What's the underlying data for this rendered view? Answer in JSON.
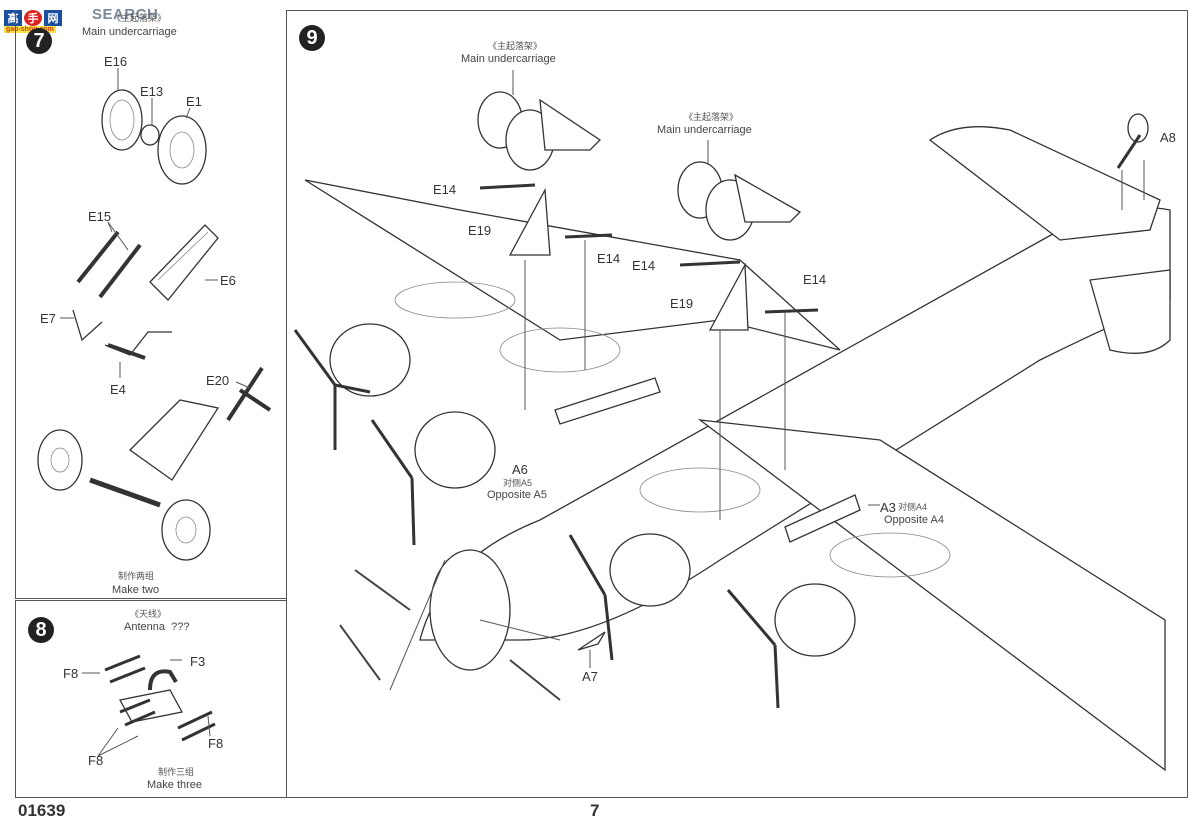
{
  "watermark": {
    "logo_text": [
      "高",
      "手",
      "网"
    ],
    "brand": "SEARCH",
    "url": "gao-shou.com"
  },
  "step7": {
    "number": "7",
    "title_cn": "《主起落架》",
    "title_en": "Main undercarriage",
    "parts": [
      "E16",
      "E13",
      "E1",
      "E15",
      "E6",
      "E7",
      "E4",
      "E20"
    ],
    "note_cn": "制作两组",
    "note_en": "Make two"
  },
  "step8": {
    "number": "8",
    "title_cn": "《天线》",
    "title_en": "Antenna  ???",
    "parts": [
      "F8",
      "F3",
      "F8",
      "F8"
    ],
    "note_cn": "制作三组",
    "note_en": "Make three"
  },
  "step9": {
    "number": "9",
    "callouts": [
      {
        "title_cn": "《主起落架》",
        "title_en": "Main undercarriage"
      },
      {
        "title_cn": "《主起落架》",
        "title_en": "Main undercarriage"
      }
    ],
    "parts": [
      "E14",
      "E19",
      "E14",
      "E14",
      "E19",
      "E14",
      "A8",
      "A6",
      "A3",
      "A7"
    ],
    "opposite_a5_cn": "对侧A5",
    "opposite_a5_en": "Opposite A5",
    "opposite_a4_cn": "对侧A4",
    "opposite_a4_en": "Opposite A4"
  },
  "footer": {
    "code": "01639",
    "page": "7"
  }
}
